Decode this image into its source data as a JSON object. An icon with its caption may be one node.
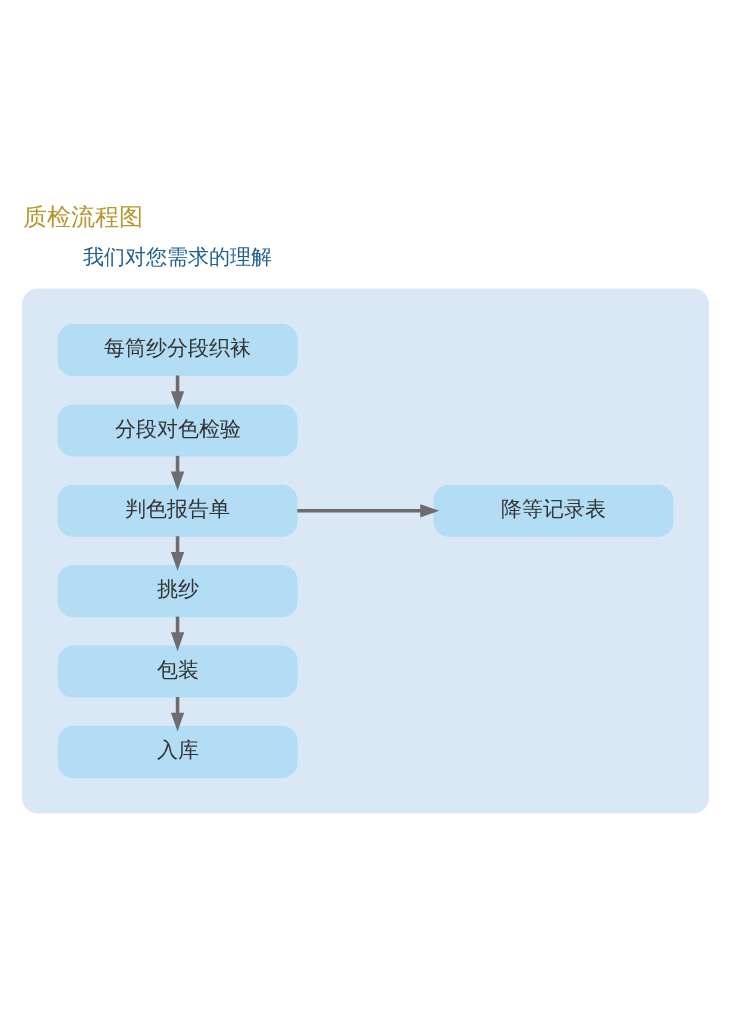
{
  "diagram": {
    "title": "质检流程图",
    "nodes": [
      {
        "text": [],
        "shape": "box"
      },
      {
        "text": [
          "每筒纱分段织袜"
        ],
        "in": 0
      },
      {
        "text": [
          "分段对色检验"
        ],
        "in": 0
      },
      {
        "text": [
          "判色报告单"
        ],
        "in": 0
      },
      {
        "text": [
          "降等记录表"
        ],
        "in": 0
      },
      {
        "text": [
          "挑纱"
        ],
        "in": 0
      },
      {
        "text": [
          "包装"
        ],
        "in": 0
      },
      {
        "text": [
          "入库"
        ],
        "in": 0
      }
    ],
    "edges": [
      {
        "from": 1,
        "to": 2,
        "arrow": "to"
      },
      {
        "from": 2,
        "to": 3,
        "arrow": "to"
      },
      {
        "from": 3,
        "to": 4,
        "arrow": "to"
      },
      {
        "from": 3,
        "to": 5,
        "arrow": "to"
      },
      {
        "from": 5,
        "to": 6,
        "arrow": "to"
      },
      {
        "from": 6,
        "to": 7,
        "arrow": "to"
      }
    ],
    "labels": [
      "我们对您需求的理解"
    ]
  }
}
